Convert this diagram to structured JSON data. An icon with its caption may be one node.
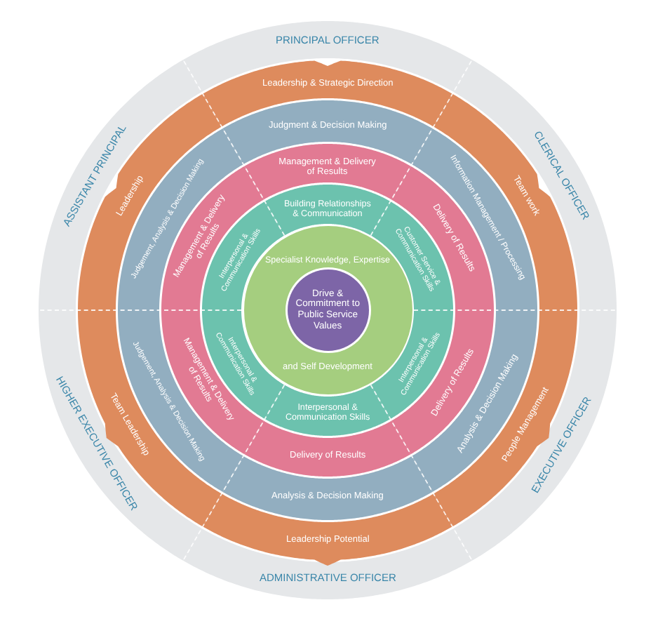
{
  "diagram": {
    "nodes": [
      {
        "text": [
          "PRINCIPAL OFFICER"
        ]
      },
      {
        "text": [
          "CLERICAL OFFICER"
        ]
      },
      {
        "text": [
          "EXECUTIVE OFFICER"
        ]
      },
      {
        "text": [
          "ADMINISTRATIVE OFFICER"
        ]
      },
      {
        "text": [
          "HIGHER EXECUTIVE OFFICER"
        ]
      },
      {
        "text": [
          "ASSISTANT PRINCIPAL"
        ]
      },
      {
        "text": [
          "Leadership & Strategic Direction"
        ]
      },
      {
        "text": [
          "Team work"
        ]
      },
      {
        "text": [
          "People Management"
        ]
      },
      {
        "text": [
          "Leadership Potential"
        ]
      },
      {
        "text": [
          "Team Leadership"
        ]
      },
      {
        "text": [
          "Leadership"
        ]
      },
      {
        "text": [
          "Judgment & Decision Making"
        ]
      },
      {
        "text": [
          "Information Management / Processing"
        ]
      },
      {
        "text": [
          "Analysis & Decision Making"
        ]
      },
      {
        "text": [
          "Analysis & Decision Making"
        ]
      },
      {
        "text": [
          "Judgement, Analysis & Decision Making"
        ]
      },
      {
        "text": [
          "Judgement, Analysis & Decision Making"
        ]
      },
      {
        "text": [
          "Management & Delivery of Results"
        ]
      },
      {
        "text": [
          "Delivery of Results"
        ]
      },
      {
        "text": [
          "Delivery of Results"
        ]
      },
      {
        "text": [
          "Delivery of Results"
        ]
      },
      {
        "text": [
          "Management & Delivery of Results"
        ]
      },
      {
        "text": [
          "Management & Delivery of Results"
        ]
      },
      {
        "text": [
          "Building Relationships & Communication"
        ]
      },
      {
        "text": [
          "Customer Service & Communication Skills"
        ]
      },
      {
        "text": [
          "Interpersonal & Communication Skills"
        ]
      },
      {
        "text": [
          "Interpersonal & Communication Skills"
        ]
      },
      {
        "text": [
          "Interpersonal & Communication Skills"
        ]
      },
      {
        "text": [
          "Interpersonal & Communication Skills"
        ]
      },
      {
        "text": [
          "Specialist Knowledge, Expertise",
          "and Self Development"
        ]
      },
      {
        "text": [
          "Drive & Commitment to Public Service Values"
        ],
        "in": 30
      }
    ]
  }
}
